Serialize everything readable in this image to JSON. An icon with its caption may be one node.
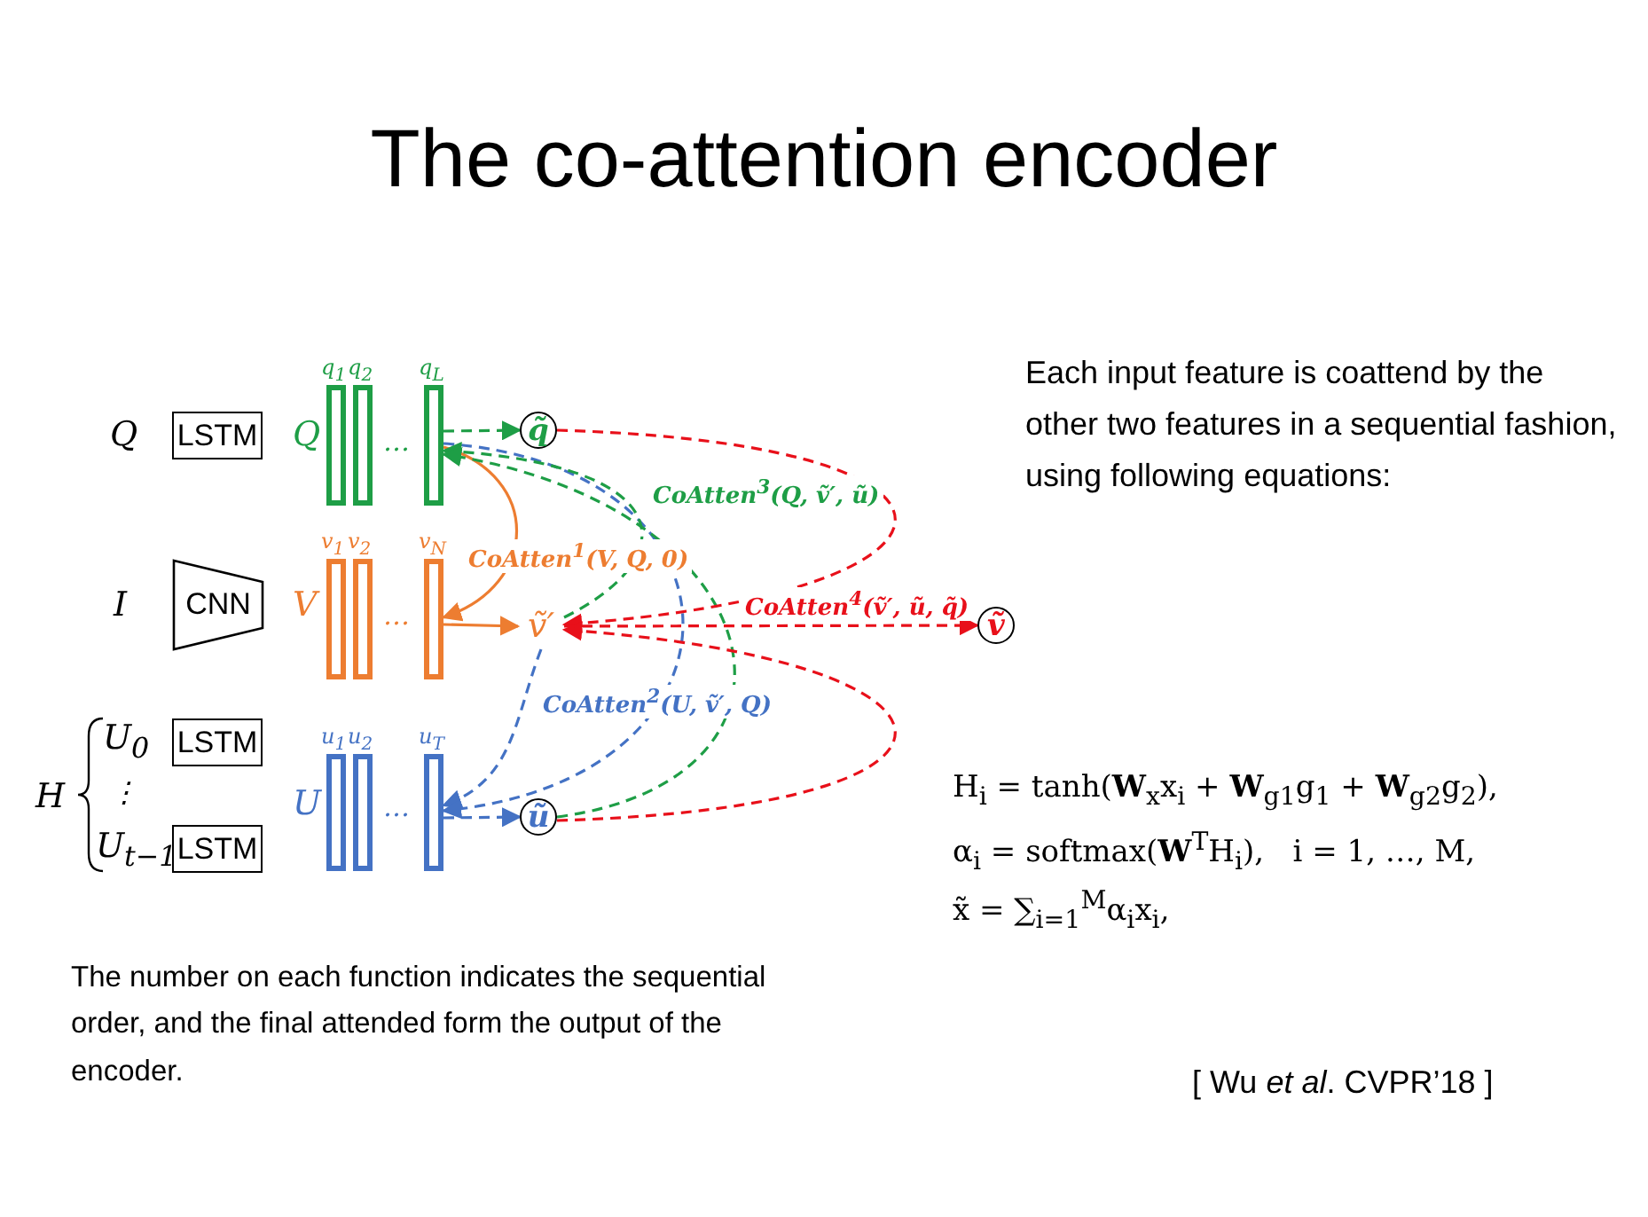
{
  "diagram": {
    "title": "The co-attention encoder",
    "nodes": [
      {
        "text": [
          "LSTM"
        ]
      },
      {
        "text": [
          "CNN"
        ]
      },
      {
        "text": [
          "LSTM"
        ]
      },
      {
        "text": [
          "LSTM"
        ]
      },
      {
        "text": [],
        "shape": "bar",
        "beside": [
          "q$_{1}$"
        ]
      },
      {
        "text": [],
        "shape": "bar",
        "beside": [
          "q$_{2}$"
        ]
      },
      {
        "text": [],
        "shape": "bar",
        "beside": [
          "q$_{L}$"
        ]
      },
      {
        "text": [],
        "shape": "bar",
        "beside": [
          "v$_{1}$"
        ]
      },
      {
        "text": [],
        "shape": "bar",
        "beside": [
          "v$_{2}$"
        ]
      },
      {
        "text": [],
        "shape": "bar",
        "beside": [
          "v$_{N}$"
        ]
      },
      {
        "text": [],
        "shape": "bar",
        "beside": [
          "u$_{1}$"
        ]
      },
      {
        "text": [],
        "shape": "bar",
        "beside": [
          "u$_{2}$"
        ]
      },
      {
        "text": [],
        "shape": "bar",
        "beside": [
          "u$_{T}$"
        ]
      },
      {
        "text": [
          "q̃"
        ]
      },
      {
        "text": [
          "ṽ′"
        ]
      },
      {
        "text": [
          "ṽ"
        ]
      },
      {
        "text": [
          "ũ"
        ]
      }
    ],
    "edges": [
      {
        "from": 6,
        "to": 13,
        "arrow": "to",
        "style": "dashed",
        "color": "#1e9e46"
      },
      {
        "from": 6,
        "to": 9,
        "arrow": "to",
        "label": "CoAtten$^{1}$(V, Q, 0)",
        "color": "#ed7d31"
      },
      {
        "from": 9,
        "to": 14,
        "arrow": "to",
        "color": "#ed7d31"
      },
      {
        "from": 14,
        "to": 12,
        "arrow": "to",
        "label": "CoAtten$^{2}$(U, ṽ′, Q)",
        "style": "dashed",
        "color": "#4472c4"
      },
      {
        "from": 6,
        "to": 12,
        "arrow": "to",
        "style": "dashed",
        "color": "#4472c4"
      },
      {
        "from": 12,
        "to": 16,
        "arrow": "to",
        "style": "dashed",
        "color": "#4472c4"
      },
      {
        "from": 14,
        "to": 6,
        "arrow": "to",
        "label": "CoAtten$^{3}$(Q, ṽ′, ũ)",
        "style": "dashed",
        "color": "#1e9e46"
      },
      {
        "from": 16,
        "to": 6,
        "arrow": "to",
        "style": "dashed",
        "color": "#1e9e46"
      },
      {
        "from": 13,
        "to": 14,
        "arrow": "to",
        "style": "dashed",
        "color": "#e8101a"
      },
      {
        "from": 16,
        "to": 14,
        "arrow": "to",
        "style": "dashed",
        "color": "#e8101a"
      },
      {
        "from": 14,
        "to": 15,
        "arrow": "to",
        "label": "CoAtten$^{4}$(ṽ′, ũ, q̃)",
        "style": "dashed",
        "color": "#e8101a"
      }
    ],
    "labels": [
      "Q",
      "I",
      "H",
      "U$_{0}$",
      "⋮",
      "U$_{t−1}$",
      "Q",
      "V",
      "U",
      "…",
      "…",
      "…",
      "Each input feature is coattend by the other two features in a sequential fashion, using following equations:",
      "H$_{i}$ = tanh(**W**$_{x}$x$_{i}$ + **W**$_{g1}$g$_{1}$ + **W**$_{g2}$g$_{2}$),",
      "α$_{i}$ = softmax(**W**$^{T}$H$_{i}$),   i = 1, …, M,",
      "x̃ = ∑$_{i=1}$$^{M}$α$_{i}$x$_{i}$,",
      "The number on each function indicates the sequential order, and the final attended form the output of the encoder.",
      "[ Wu *et al*. CVPR’18 ]"
    ]
  }
}
